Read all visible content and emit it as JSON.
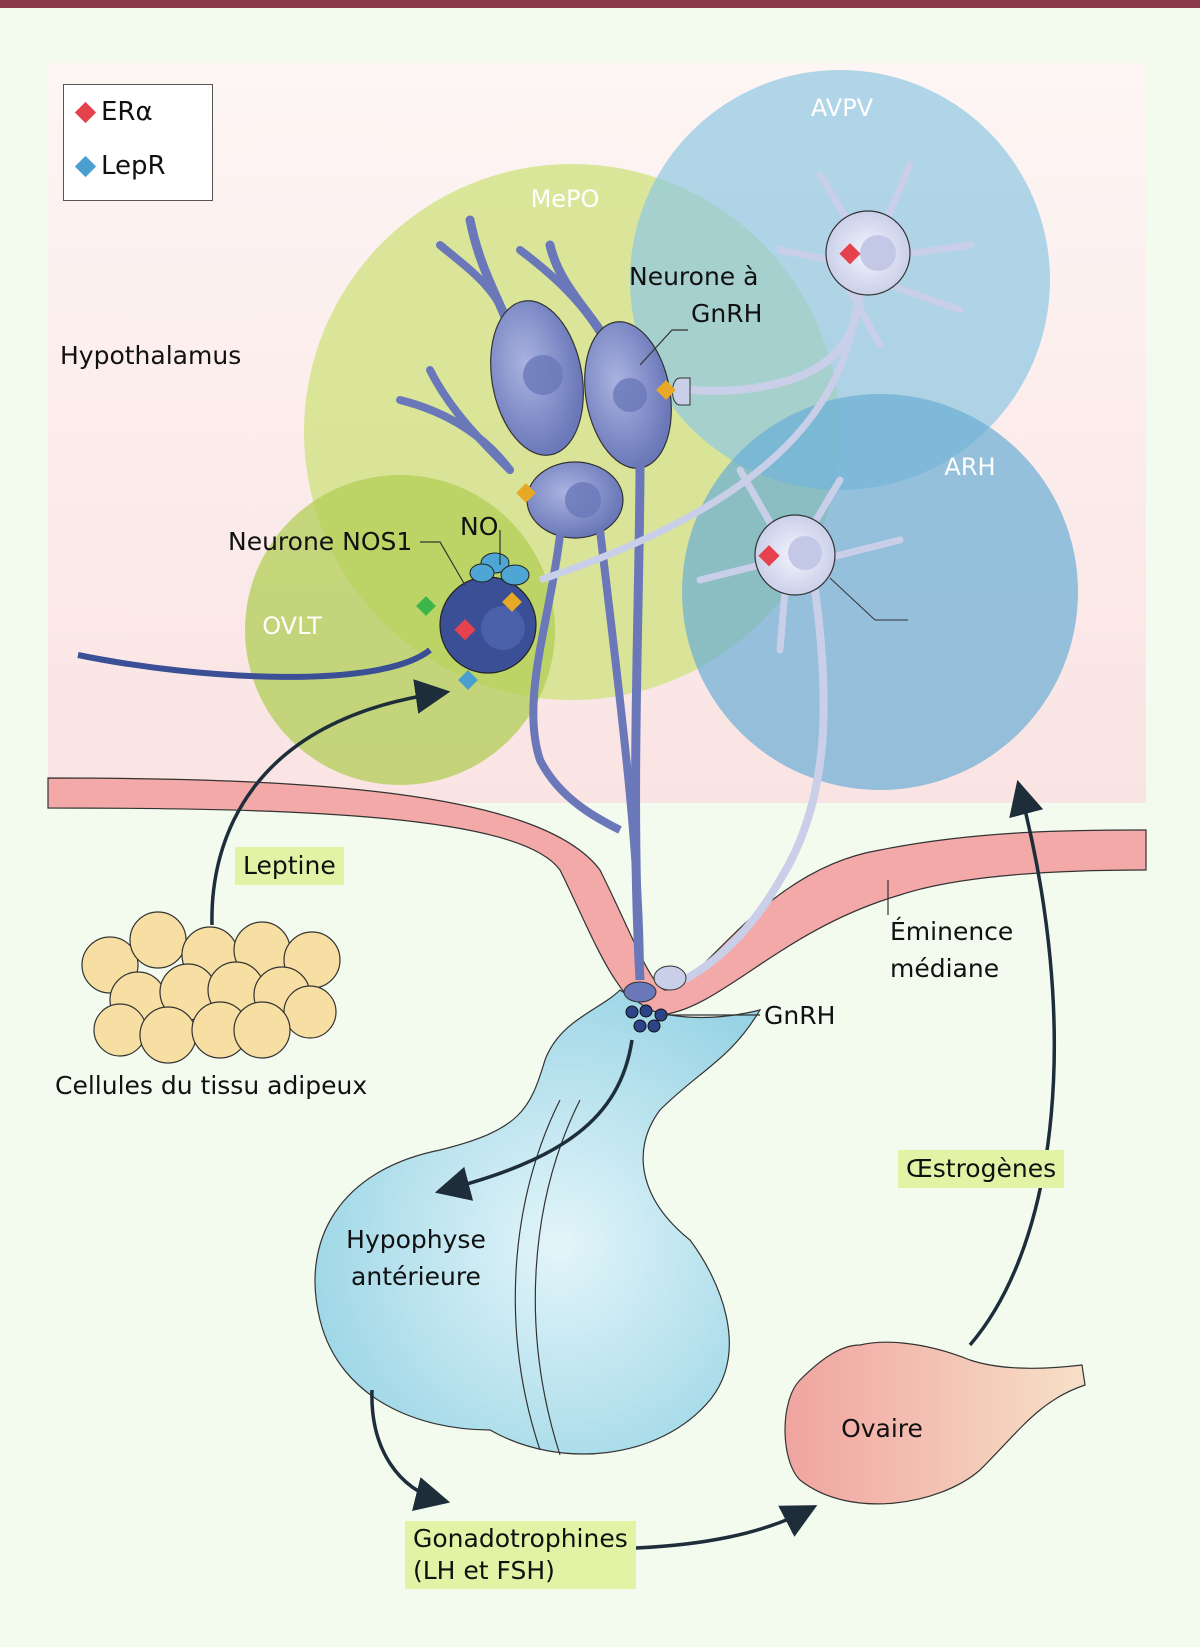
{
  "legend": {
    "items": [
      {
        "label": "ERα",
        "color": "#e5424d",
        "icon": "red-diamond"
      },
      {
        "label": "LepR",
        "color": "#4a9fd0",
        "icon": "blue-diamond"
      }
    ]
  },
  "regions": {
    "hypothalamus": "Hypothalamus",
    "mepo": "MePO",
    "avpv": "AVPV",
    "arh": "ARH",
    "ovlt": "OVLT"
  },
  "labels": {
    "gnrh_neuron_line1": "Neurone à",
    "gnrh_neuron_line2": "GnRH",
    "nos1_neuron": "Neurone NOS1",
    "no": "NO",
    "eminence_line1": "Éminence",
    "eminence_line2": "médiane",
    "gnrh": "GnRH",
    "adipose": "Cellules du tissu adipeux",
    "pituitary_line1": "Hypophyse",
    "pituitary_line2": "antérieure",
    "ovary": "Ovaire"
  },
  "tags": {
    "leptin": "Leptine",
    "estrogens": "Œstrogènes",
    "gonadotropins_line1": "Gonadotrophines",
    "gonadotropins_line2": "(LH et FSH)"
  },
  "colors": {
    "era_marker": "#e5424d",
    "lepr_marker": "#4a9fd0",
    "orange_marker": "#e8a825",
    "green_marker": "#3cb54a",
    "gnrh_neuron": "#7683c0",
    "nos1_neuron": "#3a4f95",
    "kiss_neuron": "#c9cfe8",
    "eminence": "#f2a9a8",
    "pituitary": "#a8dcea",
    "ovary": "#f2b7ad",
    "tag_bg": "#e2f3a6"
  }
}
